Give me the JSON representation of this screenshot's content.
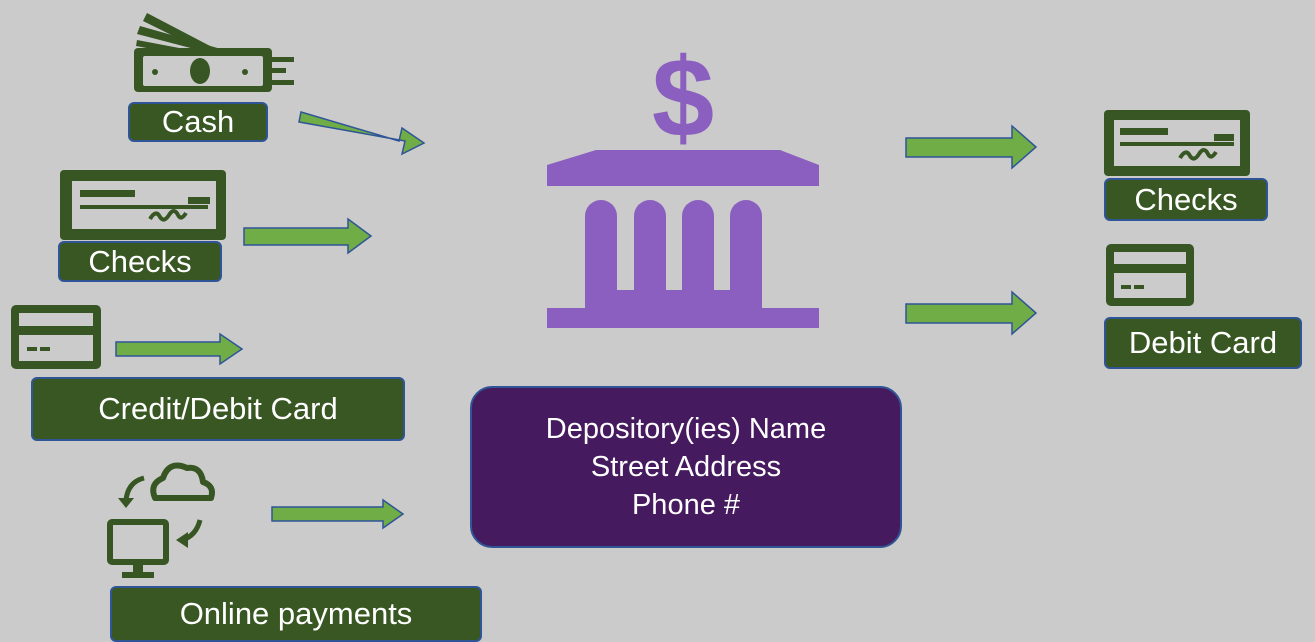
{
  "colors": {
    "background": "#cbcbcb",
    "icon_green": "#375623",
    "arrow_fill": "#70ad47",
    "arrow_stroke": "#2f5597",
    "label_fill": "#385723",
    "bank_purple": "#8b5fbf",
    "depository_fill": "#461a5e"
  },
  "inputs": [
    {
      "label": "Cash",
      "icon": "cash-icon"
    },
    {
      "label": "Checks",
      "icon": "check-icon"
    },
    {
      "label": "Credit/Debit Card",
      "icon": "card-icon"
    },
    {
      "label": "Online payments",
      "icon": "online-payment-icon"
    }
  ],
  "center": {
    "icon": "bank-icon",
    "symbol": "$",
    "depository": {
      "line1": "Depository(ies) Name",
      "line2": "Street Address",
      "line3": "Phone #"
    }
  },
  "outputs": [
    {
      "label": "Checks",
      "icon": "check-icon"
    },
    {
      "label": "Debit Card",
      "icon": "card-icon"
    }
  ]
}
